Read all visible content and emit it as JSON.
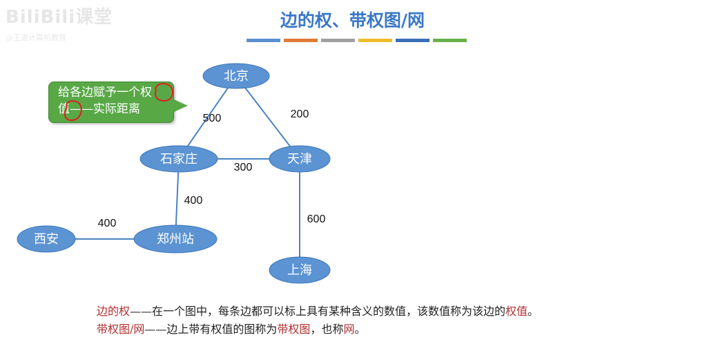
{
  "watermark": {
    "text": "BiliBili课堂",
    "sub": "@王道计算机教育"
  },
  "title": "边的权、带权图/网",
  "color_bars": [
    "#5b8fd0",
    "#e07a35",
    "#a0a0a0",
    "#f0bc2c",
    "#3a6fb6",
    "#68b04a"
  ],
  "callout": {
    "line1": "给各边赋予一个权",
    "line2": "值——实际距离"
  },
  "graph": {
    "nodes": [
      {
        "id": "beijing",
        "label": "北京"
      },
      {
        "id": "shijiazhuang",
        "label": "石家庄"
      },
      {
        "id": "tianjin",
        "label": "天津"
      },
      {
        "id": "xian",
        "label": "西安"
      },
      {
        "id": "zhengzhou",
        "label": "郑州站"
      },
      {
        "id": "shanghai",
        "label": "上海"
      }
    ],
    "edges": [
      {
        "from": "beijing",
        "to": "shijiazhuang",
        "weight": "500"
      },
      {
        "from": "beijing",
        "to": "tianjin",
        "weight": "200"
      },
      {
        "from": "shijiazhuang",
        "to": "tianjin",
        "weight": "300"
      },
      {
        "from": "shijiazhuang",
        "to": "zhengzhou",
        "weight": "400"
      },
      {
        "from": "xian",
        "to": "zhengzhou",
        "weight": "400"
      },
      {
        "from": "tianjin",
        "to": "shanghai",
        "weight": "600"
      }
    ],
    "node_fill": "#5b93d3",
    "edge_color": "#4a82c4"
  },
  "footer": {
    "line1_term": "边的权",
    "line1_text": "——在一个图中，每条边都可以标上具有某种含义的数值，该数值称为该边的",
    "line1_term2": "权值",
    "line1_end": "。",
    "line2_term": "带权图/网",
    "line2_text": "——边上带有权值的图称为",
    "line2_term2": "带权图",
    "line2_mid": "，也称",
    "line2_term3": "网",
    "line2_end": "。"
  }
}
